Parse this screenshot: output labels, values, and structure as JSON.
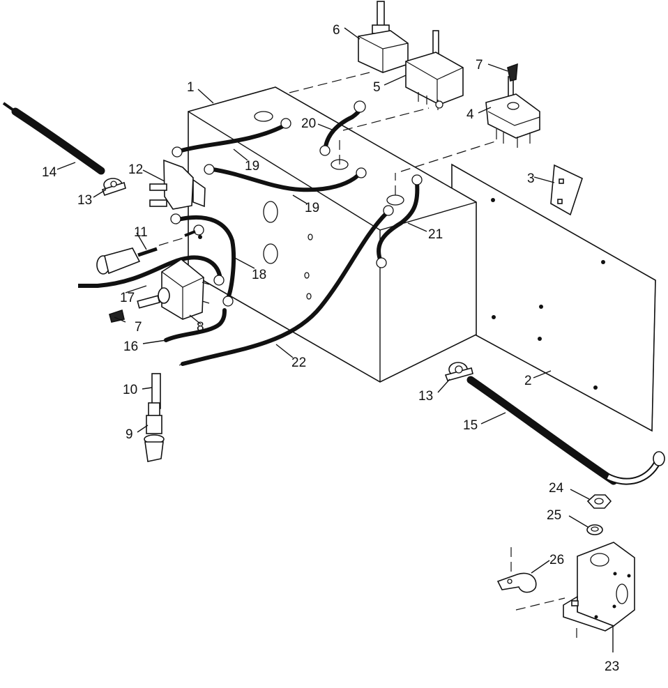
{
  "labels": {
    "l1": "1",
    "l2": "2",
    "l3": "3",
    "l4": "4",
    "l5": "5",
    "l6": "6",
    "l7a": "7",
    "l7b": "7",
    "l8": "8",
    "l9": "9",
    "l10": "10",
    "l11": "11",
    "l12": "12",
    "l13a": "13",
    "l13b": "13",
    "l14": "14",
    "l15": "15",
    "l16": "16",
    "l17": "17",
    "l18": "18",
    "l19a": "19",
    "l19b": "19",
    "l20": "20",
    "l21": "21",
    "l22": "22",
    "l23": "23",
    "l24": "24",
    "l25": "25",
    "l26": "26"
  }
}
